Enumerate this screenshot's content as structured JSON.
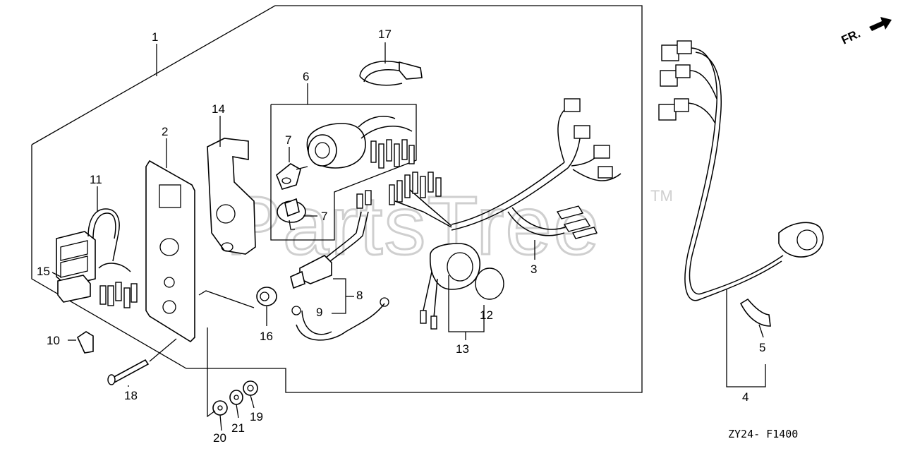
{
  "watermark": {
    "text": "PartsTree",
    "trademark": "TM"
  },
  "direction_label": "FR.",
  "figure_code": "ZY24- F1400",
  "callouts": {
    "c1": "1",
    "c2": "2",
    "c3": "3",
    "c4": "4",
    "c5": "5",
    "c6": "6",
    "c7a": "7",
    "c7b": "7",
    "c8": "8",
    "c9": "9",
    "c10": "10",
    "c11": "11",
    "c12": "12",
    "c13": "13",
    "c14": "14",
    "c15": "15",
    "c16": "16",
    "c17": "17",
    "c18": "18",
    "c19": "19",
    "c20": "20",
    "c21": "21"
  }
}
